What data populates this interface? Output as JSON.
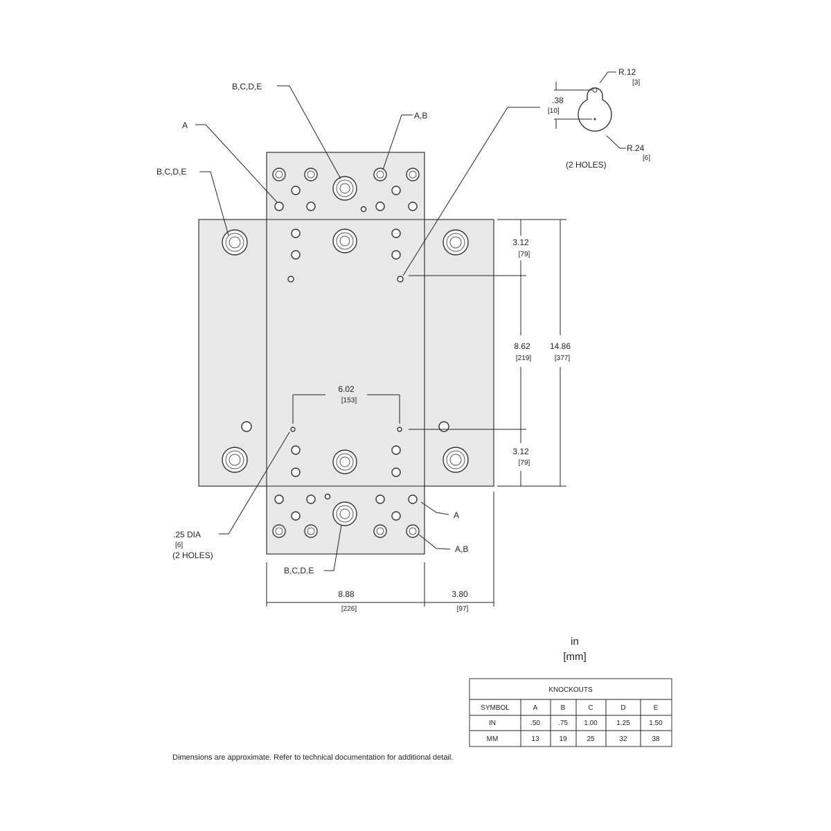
{
  "labels": {
    "a_top": "A",
    "bcde_top_center": "B,C,D,E",
    "ab_top_right": "A,B",
    "bcde_left": "B,C,D,E",
    "a_bottom_right": "A",
    "ab_bottom_right": "A,B",
    "bcde_bottom": "B,C,D,E",
    "hole_dia": ".25  DIA",
    "hole_dia_mm": "[6]",
    "hole_count_left": "(2  HOLES)"
  },
  "keyhole": {
    "r_small": "R.12",
    "r_small_mm": "[3]",
    "offset": ".38",
    "offset_mm": "[10]",
    "r_large": "R.24",
    "r_large_mm": "[6]",
    "count": "(2  HOLES)"
  },
  "dimensions": {
    "top_gap": "3.12",
    "top_gap_mm": "[79]",
    "middle": "8.62",
    "middle_mm": "[219]",
    "overall_height": "14.86",
    "overall_height_mm": "[377]",
    "bottom_gap": "3.12",
    "bottom_gap_mm": "[79]",
    "hole_spacing": "6.02",
    "hole_spacing_mm": "[153]",
    "width_center": "8.88",
    "width_center_mm": "[226]",
    "width_side": "3.80",
    "width_side_mm": "[97]"
  },
  "units": {
    "line1": "in",
    "line2": "[mm]"
  },
  "table": {
    "title": "KNOCKOUTS",
    "header": [
      "SYMBOL",
      "A",
      "B",
      "C",
      "D",
      "E"
    ],
    "rows": [
      [
        "IN",
        ".50",
        ".75",
        "1.00",
        "1.25",
        "1.50"
      ],
      [
        "MM",
        "13",
        "19",
        "25",
        "32",
        "38"
      ]
    ]
  },
  "footnote": "Dimensions are approximate. Refer to technical documentation for additional detail."
}
